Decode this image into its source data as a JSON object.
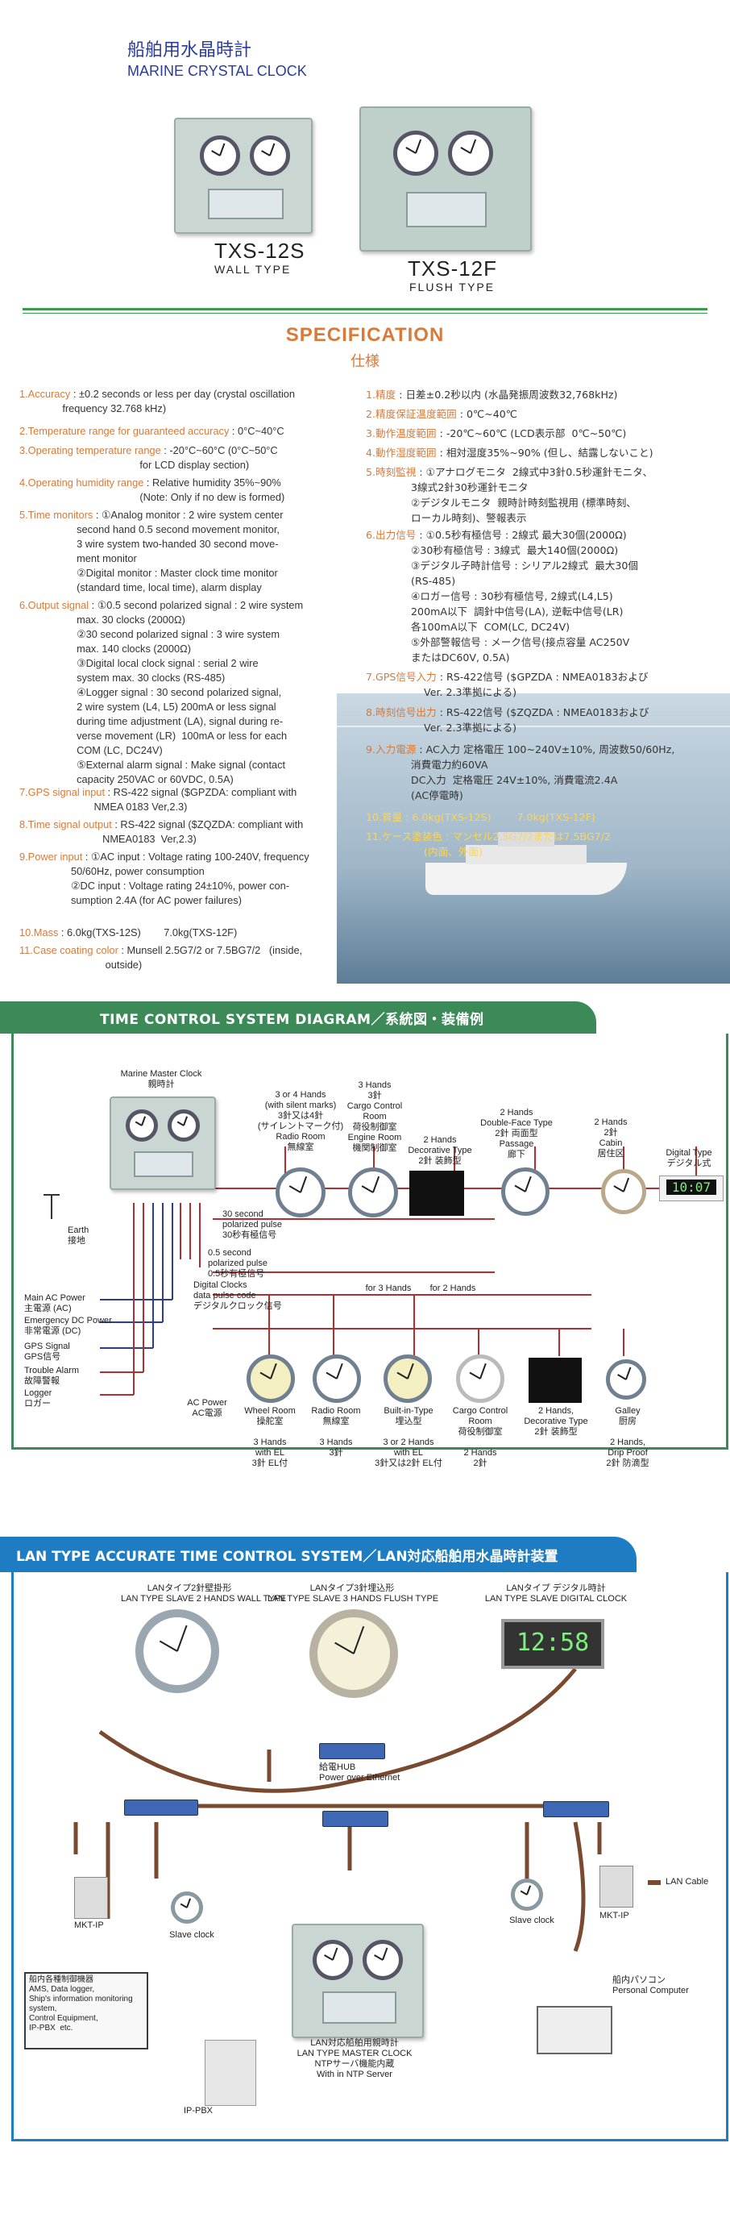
{
  "header": {
    "title_jp": "船舶用水晶時計",
    "title_en": "MARINE CRYSTAL CLOCK"
  },
  "products": [
    {
      "model": "TXS-12S",
      "type": "WALL TYPE"
    },
    {
      "model": "TXS-12F",
      "type": "FLUSH TYPE"
    }
  ],
  "spec": {
    "title": "SPECIFICATION",
    "subtitle": "仕様",
    "en": [
      {
        "label": "1.Accuracy",
        "text": " : ±0.2 seconds or less per day (crystal oscillation\n               frequency 32.768 kHz)"
      },
      {
        "label": "2.Temperature range for guaranteed accuracy",
        "text": " : 0°C~40°C"
      },
      {
        "label": "3.Operating temperature range",
        "text": " : -20°C~60°C (0°C~50°C\n                                          for LCD display section)"
      },
      {
        "label": "4.Operating humidity range",
        "text": " : Relative humidity 35%~90%\n                                          (Note: Only if no dew is formed)"
      },
      {
        "label": "5.Time monitors",
        "text": " : ①Analog monitor : 2 wire system center\n                    second hand 0.5 second movement monitor,\n                    3 wire system two-handed 30 second move-\n                    ment monitor\n                    ②Digital monitor : Master clock time monitor\n                    (standard time, local time), alarm display"
      },
      {
        "label": "6.Output signal",
        "text": " : ①0.5 second polarized signal : 2 wire system\n                    max. 30 clocks (2000Ω)\n                    ②30 second polarized signal : 3 wire system\n                    max. 140 clocks (2000Ω)\n                    ③Digital local clock signal : serial 2 wire\n                    system max. 30 clocks (RS-485)\n                    ④Logger signal : 30 second polarized signal,\n                    2 wire system (L4, L5) 200mA or less signal\n                    during time adjustment (LA), signal during re-\n                    verse movement (LR)  100mA or less for each\n                    COM (LC, DC24V)\n                    ⑤External alarm signal : Make signal (contact\n                    capacity 250VAC or 60VDC, 0.5A)"
      },
      {
        "label": "7.GPS signal input",
        "text": " : RS-422 signal ($GPZDA: compliant with\n                          NMEA 0183 Ver,2.3)"
      },
      {
        "label": "8.Time signal output",
        "text": " : RS-422 signal ($ZQZDA: compliant with\n                             NMEA0183  Ver,2.3)"
      },
      {
        "label": "9.Power input",
        "text": " : ①AC input : Voltage rating 100-240V, frequency\n                  50/60Hz, power consumption\n                  ②DC input : Voltage rating 24±10%, power con-\n                  sumption 2.4A (for AC power failures)"
      },
      {
        "label": "10.Mass",
        "text": " : 6.0kg(TXS-12S)        7.0kg(TXS-12F)"
      },
      {
        "label": "11.Case coating color",
        "text": " : Munsell 2.5G7/2 or 7.5BG7/2   (inside,\n                              outside)"
      }
    ],
    "jp": [
      {
        "label": "1.精度",
        "text": " : 日差±0.2秒以内 (水晶発振周波数32,768kHz)"
      },
      {
        "label": "2.精度保証温度範囲",
        "text": " : 0℃~40℃"
      },
      {
        "label": "3.動作温度範囲",
        "text": " : -20℃~60℃ (LCD表示部  0℃~50℃)"
      },
      {
        "label": "4.動作湿度範囲",
        "text": " : 相対湿度35%~90% (但し、結露しないこと)"
      },
      {
        "label": "5.時刻監視",
        "text": " : ①アナログモニタ  2線式中3針0.5秒運針モニタ、\n              3線式2針30秒運針モニタ\n              ②デジタルモニタ  親時計時刻監視用 (標準時刻、\n              ローカル時刻)、警報表示"
      },
      {
        "label": "6.出力信号",
        "text": " : ①0.5秒有極信号 : 2線式 最大30個(2000Ω)\n              ②30秒有極信号 : 3線式  最大140個(2000Ω)\n              ③デジタル子時計信号 : シリアル2線式  最大30個\n              (RS-485)\n              ④ロガー信号 : 30秒有極信号, 2線式(L4,L5)\n              200mA以下  調針中信号(LA), 逆転中信号(LR)\n              各100mA以下  COM(LC, DC24V)\n              ⑤外部警報信号 : メーク信号(接点容量 AC250V\n              またはDC60V, 0.5A)"
      },
      {
        "label": "7.GPS信号入力",
        "text": " : RS-422信号 ($GPZDA : NMEA0183および\n                  Ver. 2.3準拠による)"
      },
      {
        "label": "8.時刻信号出力",
        "text": " : RS-422信号 ($ZQZDA : NMEA0183および\n                  Ver. 2.3準拠による)"
      },
      {
        "label": "9.入力電源",
        "text": " : AC入力 定格電圧 100~240V±10%, 周波数50/60Hz,\n              消費電力約60VA\n              DC入力  定格電圧 24V±10%, 消費電流2.4A\n              (AC停電時)"
      },
      {
        "label": "10.質量",
        "text": " : 6.0kg(TXS-12S)        7.0kg(TXS-12F)"
      },
      {
        "label": "11.ケース塗装色",
        "text": " : マンセル2.5G7/2または7.5BG7/2\n                  (内面、外面)"
      }
    ]
  },
  "diagram1": {
    "title": "TIME CONTROL SYSTEM DIAGRAM／系統図・装備例",
    "master": "Marine Master Clock\n親時計",
    "top_clocks": [
      {
        "label": "3 or 4 Hands\n(with silent marks)\n3針又は4針\n(サイレントマーク付)\nRadio Room\n無線室"
      },
      {
        "label": "3 Hands\n3針\nCargo Control\nRoom\n荷役制御室\nEngine Room\n機関制御室"
      },
      {
        "label": "2 Hands\nDecorative Type\n2針 装飾型"
      },
      {
        "label": "2 Hands\nDouble-Face Type\n2針 両面型\nPassage\n廊下"
      },
      {
        "label": "2 Hands\n2針\nCabin\n居住区"
      },
      {
        "label": "Digital Type\nデジタル式"
      }
    ],
    "digital_time": "10:07",
    "signals": [
      "30 second\npolarized pulse\n30秒有極信号",
      "0.5 second\npolarized pulse\n0.5秒有極信号",
      "Digital Clocks\ndata pulse code\nデジタルクロック信号",
      "for 3 Hands",
      "for 2 Hands"
    ],
    "inputs": [
      "Main AC Power\n主電源 (AC)",
      "Emergency DC Power\n非常電源 (DC)",
      "GPS Signal\nGPS信号",
      "Trouble Alarm\n故障警報",
      "Logger\nロガー"
    ],
    "earth": "Earth\n接地",
    "ac_power": "AC Power\nAC電源",
    "bottom_clocks": [
      {
        "label": "Wheel Room\n操舵室\n\n3 Hands\nwith EL\n3針 EL付"
      },
      {
        "label": "Radio Room\n無線室\n\n3 Hands\n3針"
      },
      {
        "label": "Built-in-Type\n埋込型\n\n3 or 2 Hands\nwith EL\n3針又は2針 EL付"
      },
      {
        "label": "Cargo Control\nRoom\n荷役制御室\n\n2 Hands\n2針"
      },
      {
        "label": "2 Hands,\nDecorative Type\n2針 装飾型"
      },
      {
        "label": "Galley\n厨房\n\n2 Hands,\nDrip Proof\n2針 防滴型"
      }
    ]
  },
  "diagram2": {
    "title": "LAN TYPE ACCURATE TIME CONTROL SYSTEM／LAN対応船舶用水晶時計装置",
    "top": [
      "LANタイプ2針壁掛形\nLAN TYPE SLAVE 2 HANDS WALL TYPE",
      "LANタイプ3針埋込形\nLAN TYPE SLAVE 3 HANDS FLUSH TYPE",
      "LANタイプ デジタル時計\nLAN TYPE SLAVE DIGITAL CLOCK"
    ],
    "digital_time": "12:58",
    "hub": "給電HUB\nPower over Ethernet",
    "legend": "LAN Cable",
    "mkt_left": "MKT-IP",
    "slave_left": "Slave clock",
    "slave_right": "Slave clock",
    "mkt_right": "MKT-IP",
    "pc": "船内パソコン\nPersonal Computer",
    "equipment": "船内各種制御機器\nAMS, Data logger,\nShip's information monitoring\nsystem,\nControl Equipment,\nIP-PBX  etc.",
    "ippbx": "IP-PBX",
    "master": "LAN対応船舶用親時計\nLAN TYPE MASTER CLOCK\nNTPサーバ機能内蔵\nWith in NTP Server"
  }
}
